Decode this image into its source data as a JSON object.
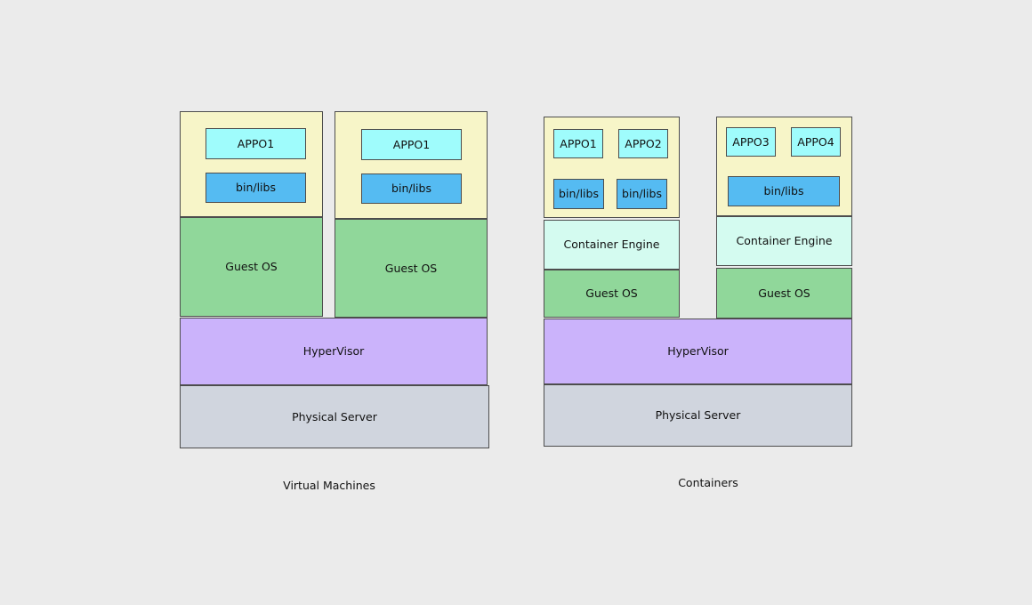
{
  "diagram": {
    "title_left": "Virtual Machines",
    "title_right": "Containers",
    "colors": {
      "background": "#ebebeb",
      "app_panel": "#f7f5c8",
      "app": "#9ffcfc",
      "libs": "#55bbf2",
      "container_engine": "#d4fbf0",
      "guest_os": "#90d79a",
      "hypervisor": "#cbb3fb",
      "physical_server": "#d0d5de",
      "stroke": "#4d4d4d"
    }
  },
  "vm_side": {
    "caption": "Virtual Machines",
    "stacks": [
      {
        "apps": [
          "APPO1"
        ],
        "libs": [
          "bin/libs"
        ],
        "guest_os": "Guest OS"
      },
      {
        "apps": [
          "APPO1"
        ],
        "libs": [
          "bin/libs"
        ],
        "guest_os": "Guest OS"
      }
    ],
    "hypervisor": "HyperVisor",
    "physical_server": "Physical Server"
  },
  "container_side": {
    "caption": "Containers",
    "stacks": [
      {
        "apps": [
          "APPO1",
          "APPO2"
        ],
        "libs": [
          "bin/libs",
          "bin/libs"
        ],
        "container_engine": "Container Engine",
        "guest_os": "Guest OS"
      },
      {
        "apps": [
          "APPO3",
          "APPO4"
        ],
        "libs": [
          "bin/libs"
        ],
        "container_engine": "Container Engine",
        "guest_os": "Guest OS"
      }
    ],
    "hypervisor": "HyperVisor",
    "physical_server": "Physical Server"
  }
}
